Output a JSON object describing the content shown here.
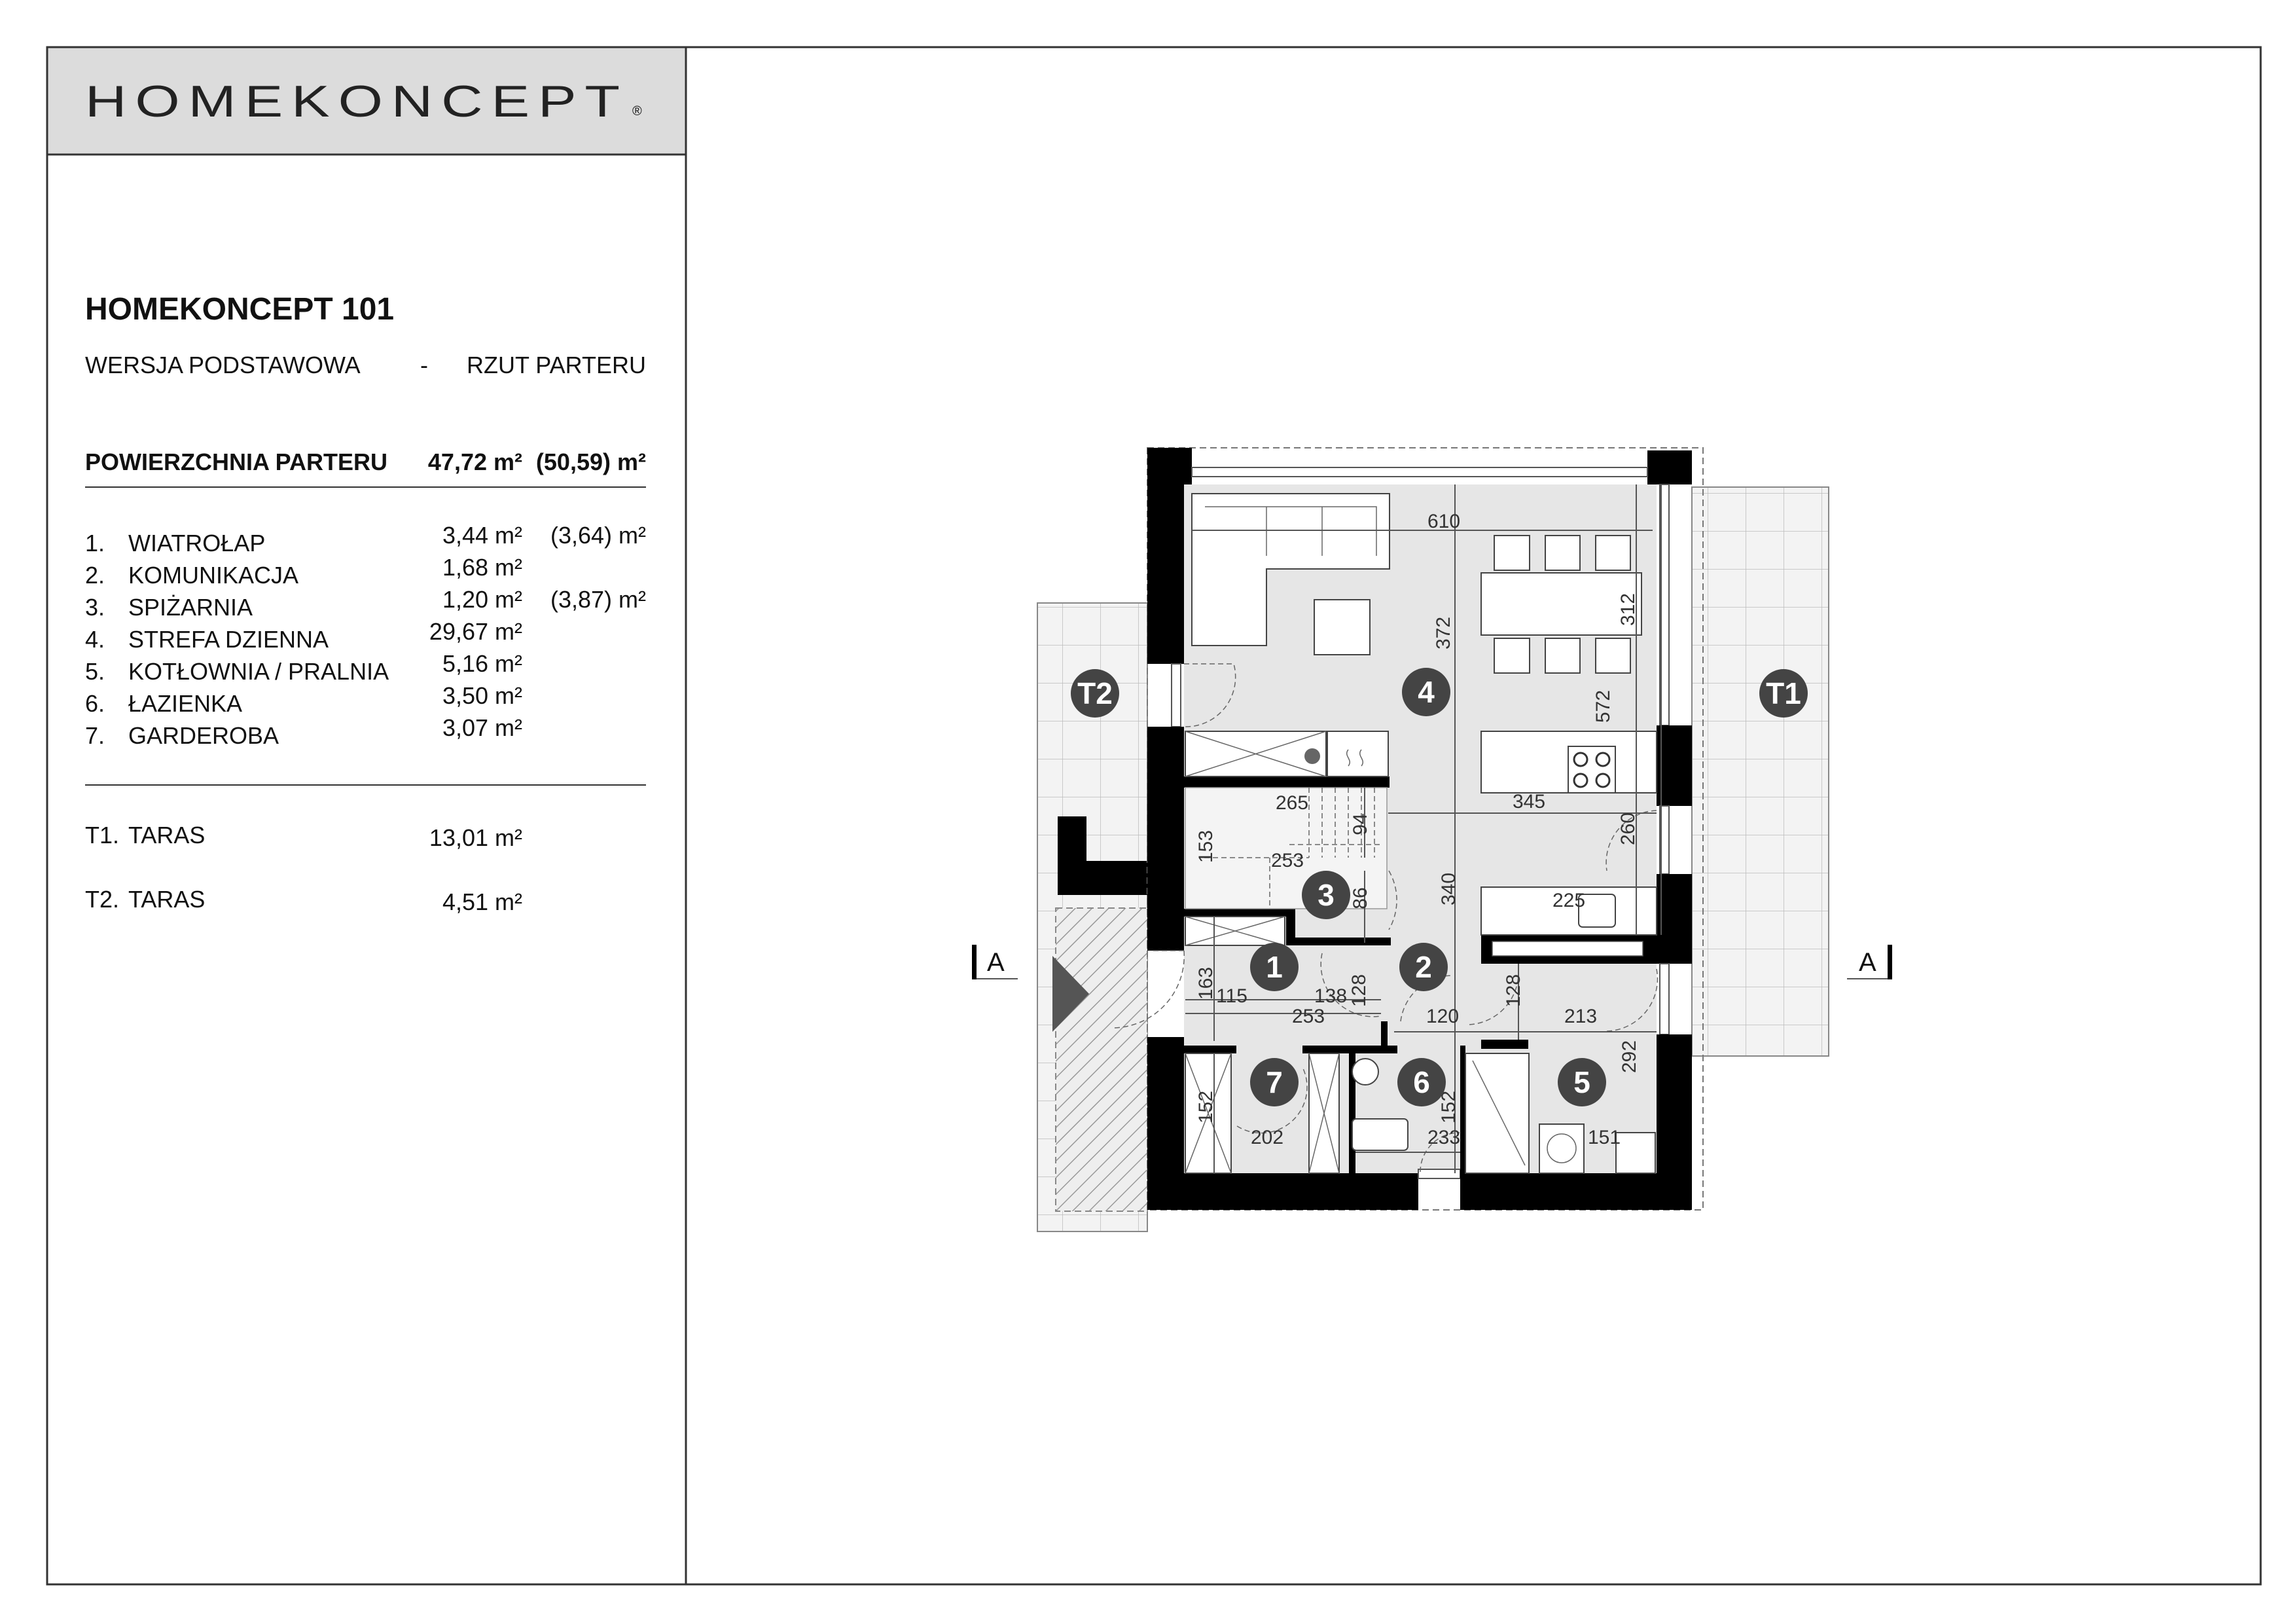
{
  "logo": {
    "text": "HOMEKONCEPT",
    "mark": "®"
  },
  "header": {
    "title": "HOMEKONCEPT 101",
    "version": "WERSJA  PODSTAWOWA",
    "separator": "-",
    "view": "RZUT PARTERU"
  },
  "area_total": {
    "label": "POWIERZCHNIA PARTERU",
    "value": "47,72 m²",
    "alt_value": "(50,59) m²"
  },
  "rooms": [
    {
      "num": "1.",
      "name": "WIATROŁAP",
      "area": "3,44 m²",
      "alt": "(3,64) m²"
    },
    {
      "num": "2.",
      "name": "KOMUNIKACJA",
      "area": "1,68 m²"
    },
    {
      "num": "3.",
      "name": "SPIŻARNIA",
      "area": "1,20 m²",
      "alt": "(3,87) m²"
    },
    {
      "num": "4.",
      "name": "STREFA DZIENNA",
      "area": "29,67 m²"
    },
    {
      "num": "5.",
      "name": "KOTŁOWNIA / PRALNIA",
      "area": "5,16 m²"
    },
    {
      "num": "6.",
      "name": "ŁAZIENKA",
      "area": "3,50 m²"
    },
    {
      "num": "7.",
      "name": "GARDEROBA",
      "area": "3,07 m²"
    }
  ],
  "terraces": [
    {
      "num": "T1.",
      "name": "TARAS",
      "area": "13,01 m²"
    },
    {
      "num": "T2.",
      "name": "TARAS",
      "area": "4,51 m²"
    }
  ],
  "plan": {
    "room_badges": [
      "1",
      "2",
      "3",
      "4",
      "5",
      "6",
      "7"
    ],
    "terrace_badges": [
      "T1",
      "T2"
    ],
    "section_label": "A",
    "dims": [
      "610",
      "372",
      "312",
      "572",
      "345",
      "265",
      "94",
      "153",
      "253",
      "86",
      "340",
      "260",
      "225",
      "163",
      "115",
      "138",
      "128",
      "253",
      "120",
      "128",
      "213",
      "292",
      "152",
      "202",
      "152",
      "233",
      "151"
    ]
  },
  "colors": {
    "logo_bg": "#dcdcdc",
    "floor": "#e6e6e6",
    "terrace": "#f2f2f2",
    "badge": "#444444"
  }
}
